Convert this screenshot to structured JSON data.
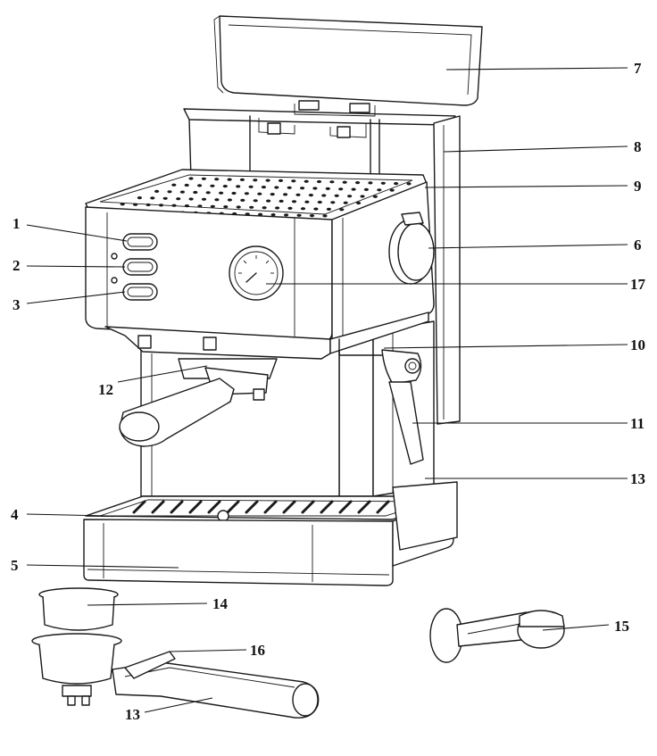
{
  "callouts": [
    {
      "id": "c1",
      "text": "1"
    },
    {
      "id": "c2",
      "text": "2"
    },
    {
      "id": "c3",
      "text": "3"
    },
    {
      "id": "c4",
      "text": "4"
    },
    {
      "id": "c5",
      "text": "5"
    },
    {
      "id": "c6",
      "text": "6"
    },
    {
      "id": "c7",
      "text": "7"
    },
    {
      "id": "c8",
      "text": "8"
    },
    {
      "id": "c9",
      "text": "9"
    },
    {
      "id": "c10",
      "text": "10"
    },
    {
      "id": "c11",
      "text": "11"
    },
    {
      "id": "c12",
      "text": "12"
    },
    {
      "id": "c13a",
      "text": "13"
    },
    {
      "id": "c13b",
      "text": "13"
    },
    {
      "id": "c14",
      "text": "14"
    },
    {
      "id": "c15",
      "text": "15"
    },
    {
      "id": "c16",
      "text": "16"
    },
    {
      "id": "c17",
      "text": "17"
    }
  ]
}
